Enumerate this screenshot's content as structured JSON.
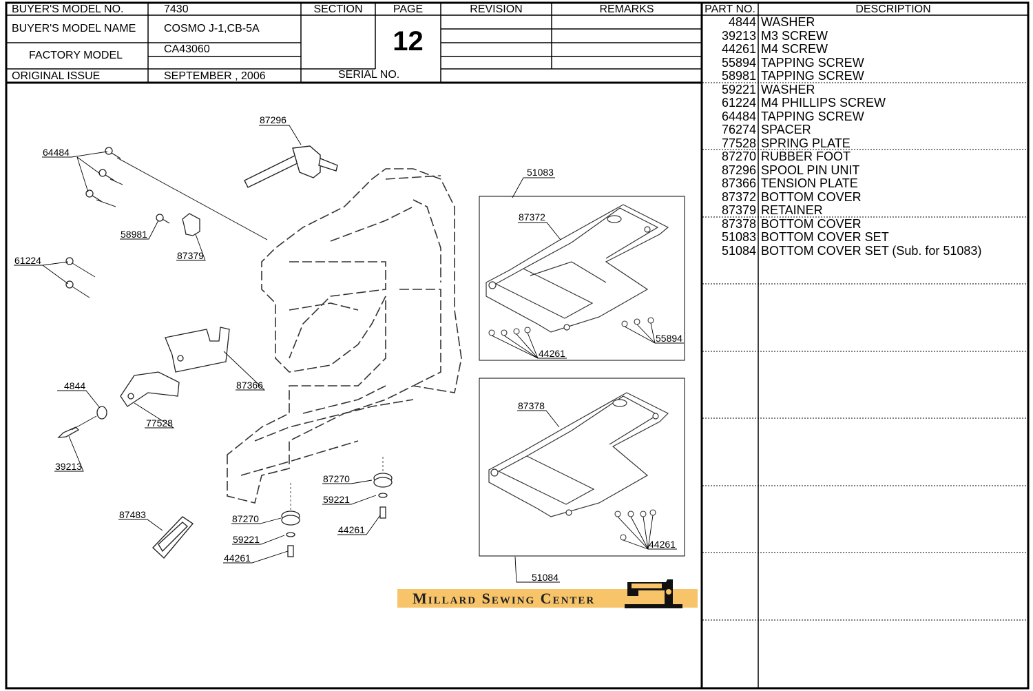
{
  "header": {
    "buyers_model_no_label": "BUYER'S MODEL NO.",
    "buyers_model_no": "7430",
    "section_label": "SECTION",
    "page_label": "PAGE",
    "revision_label": "REVISION",
    "remarks_label": "REMARKS",
    "buyers_model_name_label": "BUYER'S MODEL NAME",
    "buyers_model_name": "COSMO J-1,CB-5A",
    "factory_model_label": "FACTORY MODEL",
    "factory_model": "CA43060",
    "original_issue_label": "ORIGINAL ISSUE",
    "original_issue": "SEPTEMBER , 2006",
    "serial_no_label": "SERIAL NO.",
    "page_number": "12"
  },
  "parts_table": {
    "part_no_header": "PART NO.",
    "description_header": "DESCRIPTION",
    "rows": [
      {
        "part_no": "4844",
        "description": "WASHER"
      },
      {
        "part_no": "39213",
        "description": "M3 SCREW"
      },
      {
        "part_no": "44261",
        "description": "M4 SCREW"
      },
      {
        "part_no": "55894",
        "description": "TAPPING SCREW"
      },
      {
        "part_no": "58981",
        "description": "TAPPING SCREW"
      },
      {
        "part_no": "59221",
        "description": "WASHER"
      },
      {
        "part_no": "61224",
        "description": "M4 PHILLIPS SCREW"
      },
      {
        "part_no": "64484",
        "description": "TAPPING SCREW"
      },
      {
        "part_no": "76274",
        "description": "SPACER"
      },
      {
        "part_no": "77528",
        "description": "SPRING PLATE"
      },
      {
        "part_no": "87270",
        "description": "RUBBER  FOOT"
      },
      {
        "part_no": "87296",
        "description": "SPOOL PIN UNIT"
      },
      {
        "part_no": "87366",
        "description": "TENSION PLATE"
      },
      {
        "part_no": "87372",
        "description": "BOTTOM COVER"
      },
      {
        "part_no": "87379",
        "description": "RETAINER"
      },
      {
        "part_no": "87378",
        "description": "BOTTOM COVER"
      },
      {
        "part_no": "51083",
        "description": "BOTTOM COVER SET"
      },
      {
        "part_no": "51084",
        "description": "BOTTOM COVER SET (Sub. for 51083)"
      }
    ]
  },
  "callouts": {
    "c87296": "87296",
    "c64484": "64484",
    "c58981": "58981",
    "c87379": "87379",
    "c61224": "61224",
    "c87366": "87366",
    "c4844": "4844",
    "c77528": "77528",
    "c39213": "39213",
    "c87483": "87483",
    "c87270a": "87270",
    "c59221a": "59221",
    "c44261a": "44261",
    "c87270b": "87270",
    "c59221b": "59221",
    "c44261b": "44261",
    "c51083": "51083",
    "c87372": "87372",
    "c55894": "55894",
    "c44261c": "44261",
    "c87378": "87378",
    "c44261d": "44261",
    "c51084": "51084"
  },
  "watermark": {
    "text": "Millard Sewing Center",
    "color": "#f7c46a"
  }
}
